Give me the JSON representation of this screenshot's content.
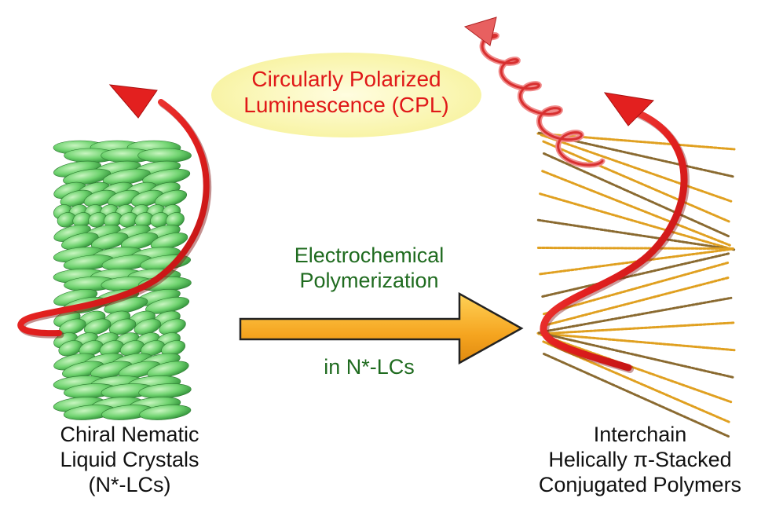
{
  "cpl_label": {
    "line1": "Circularly Polarized",
    "line2": "Luminescence (CPL)"
  },
  "process_label": {
    "line1": "Electrochemical",
    "line2": "Polymerization"
  },
  "medium_label": "in N*-LCs",
  "left_caption": {
    "line1": "Chiral Nematic",
    "line2": "Liquid Crystals",
    "line3": "(N*-LCs)"
  },
  "right_caption": {
    "line1": "Interchain",
    "line2": "Helically π-Stacked",
    "line3": "Conjugated Polymers"
  },
  "colors": {
    "helix_arrow": "#e3201f",
    "lc_molecule": "#6fd36f",
    "polymer_chain": "#e0a020",
    "process_arrow": "#f5a41f",
    "cpl_bubble": "#fbf7a8",
    "cpl_text": "#e01818",
    "process_text": "#1f6b1f"
  }
}
